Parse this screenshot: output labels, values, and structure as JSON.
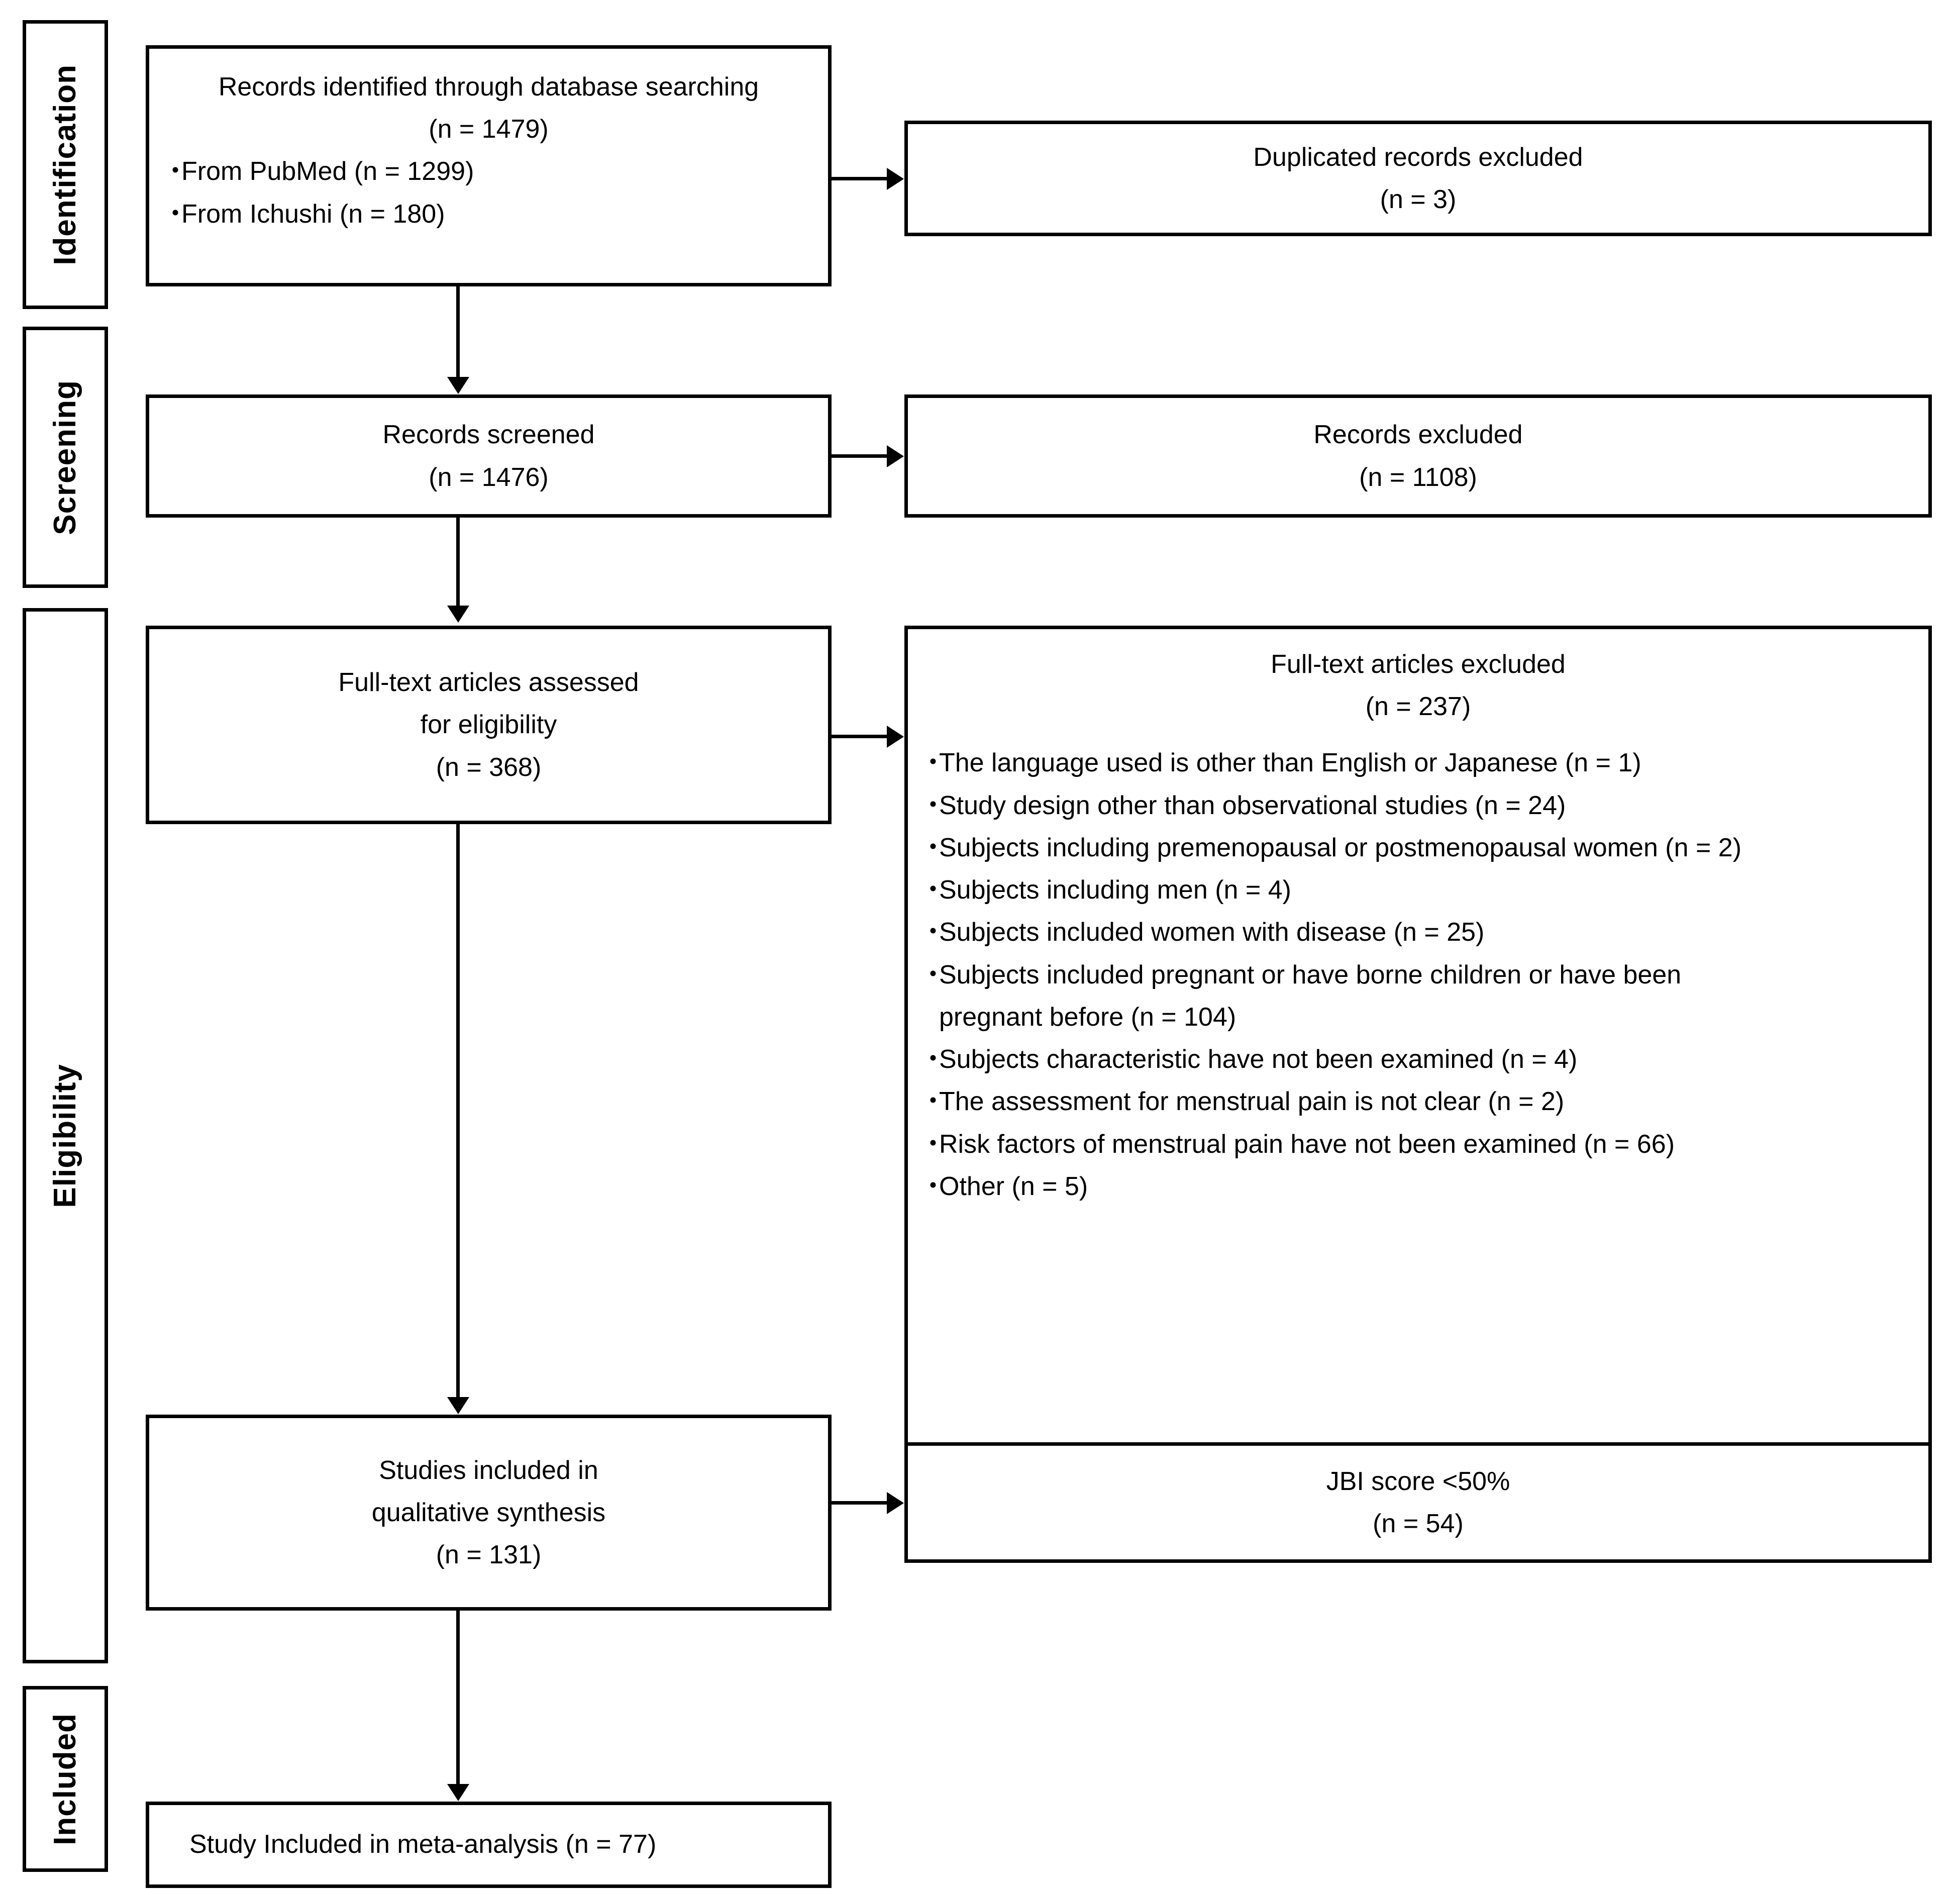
{
  "diagram": {
    "title": "PRISMA study selection flow diagram",
    "type": "prisma-flow",
    "line_color": "#000000",
    "background_color": "#ffffff"
  },
  "stages": [
    {
      "id": "identification",
      "label": "Identification"
    },
    {
      "id": "screening",
      "label": "Screening"
    },
    {
      "id": "eligibility",
      "label": "Eligibility"
    },
    {
      "id": "included",
      "label": "Included"
    }
  ],
  "flow": {
    "identified": {
      "title": "Records identified through database searching",
      "count": "(n = 1479)",
      "sources": [
        {
          "bullet": "・",
          "label": "From PubMed (n = 1299)"
        },
        {
          "bullet": "・",
          "label": "From Ichushi (n = 180)"
        }
      ]
    },
    "duplicates_excluded": {
      "title": "Duplicated records excluded",
      "count": "(n = 3)"
    },
    "screened": {
      "title": "Records screened",
      "count": "(n = 1476)"
    },
    "records_excluded": {
      "title": "Records excluded",
      "count": "(n = 1108)"
    },
    "fulltext_assessed": {
      "title_line1": "Full-text articles assessed",
      "title_line2": "for eligibility",
      "count": "(n = 368)"
    },
    "fulltext_excluded": {
      "title": "Full-text articles excluded",
      "count": "(n = 237)",
      "reasons": [
        {
          "bullet": "・",
          "label": "The language used  is other than English or Japanese (n = 1)",
          "cont": ""
        },
        {
          "bullet": "・",
          "label": "Study design other than observational studies (n = 24)",
          "cont": ""
        },
        {
          "bullet": "・",
          "label": "Subjects including premenopausal or postmenopausal women (n = 2)",
          "cont": ""
        },
        {
          "bullet": "・",
          "label": "Subjects including men (n = 4)",
          "cont": ""
        },
        {
          "bullet": "・",
          "label": "Subjects included women with disease (n = 25)",
          "cont": ""
        },
        {
          "bullet": "・",
          "label": "Subjects included pregnant or have borne children or have been",
          "cont": "pregnant before (n = 104)"
        },
        {
          "bullet": "・",
          "label": "Subjects characteristic have not been examined (n = 4)",
          "cont": ""
        },
        {
          "bullet": "・",
          "label": "The assessment for menstrual pain is not clear (n = 2)",
          "cont": ""
        },
        {
          "bullet": "・",
          "label": "Risk factors of menstrual pain have not been examined (n = 66)",
          "cont": ""
        },
        {
          "bullet": "・",
          "label": "Other (n = 5)",
          "cont": ""
        }
      ]
    },
    "qualitative": {
      "title_line1": "Studies included in",
      "title_line2": "qualitative synthesis",
      "count": "(n = 131)"
    },
    "jbi_excluded": {
      "title": "JBI score <50%",
      "count": "(n = 54)"
    },
    "meta_analysis": {
      "title": "Study Included in meta-analysis (n = 77)"
    }
  }
}
